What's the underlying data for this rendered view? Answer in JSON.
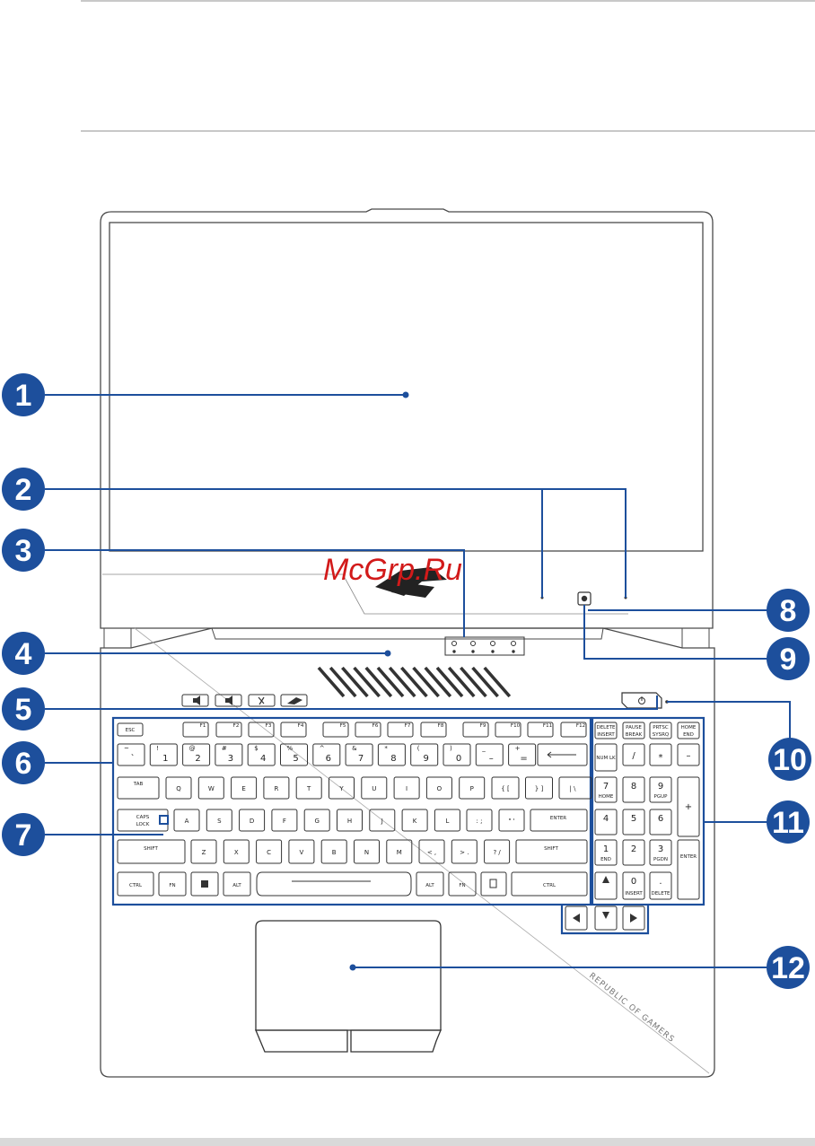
{
  "watermark": "McGrp.Ru",
  "callouts": [
    "1",
    "2",
    "3",
    "4",
    "5",
    "6",
    "7",
    "8",
    "9",
    "10",
    "11",
    "12"
  ],
  "colors": {
    "callout": "#1d4f9c",
    "line": "#1d4f9c",
    "outline": "#4a4a4a"
  },
  "laptop": {
    "deck_text": "REPUBLIC OF GAMERS"
  },
  "keyboard": {
    "esc": "ESC",
    "fkeys": [
      "F1",
      "F2",
      "F3",
      "F4",
      "F5",
      "F6",
      "F7",
      "F8",
      "F9",
      "F10",
      "F11",
      "F12"
    ],
    "num_top": [
      "~",
      "!",
      "@",
      "#",
      "$",
      "%",
      "^",
      "&",
      "*",
      "(",
      ")",
      "_",
      "+"
    ],
    "num_bottom": [
      "`",
      "1",
      "2",
      "3",
      "4",
      "5",
      "6",
      "7",
      "8",
      "9",
      "0",
      "–",
      "="
    ],
    "tab": "TAB",
    "row_q": [
      "Q",
      "W",
      "E",
      "R",
      "T",
      "Y",
      "U",
      "I",
      "O",
      "P"
    ],
    "bracket_keys": [
      "{ [",
      "} ]",
      "| \\"
    ],
    "caps": [
      "CAPS",
      "LOCK"
    ],
    "row_a": [
      "A",
      "S",
      "D",
      "F",
      "G",
      "H",
      "J",
      "K",
      "L"
    ],
    "semicolon": ": ;",
    "quote": "\" '",
    "enter": "ENTER",
    "shift": "SHIFT",
    "row_z": [
      "Z",
      "X",
      "C",
      "V",
      "B",
      "N",
      "M"
    ],
    "punct_keys": [
      "< ,",
      "> .",
      "? /"
    ],
    "ctrl": "CTRL",
    "fn": "FN",
    "alt": "ALT",
    "nav_keys": [
      "DELETE",
      "INSERT",
      "PAUSE",
      "BREAK",
      "PRTSC",
      "SYSRQ",
      "HOME",
      "END"
    ],
    "numpad": {
      "numlk": "NUM LK",
      "ops": [
        "/",
        "*",
        "–",
        "+"
      ],
      "digits": [
        "7",
        "8",
        "9",
        "4",
        "5",
        "6",
        "1",
        "2",
        "3",
        "0",
        "."
      ],
      "subs": [
        "HOME",
        "",
        "PGUP",
        "",
        "",
        "",
        "END",
        "",
        "PGDN",
        "INSERT",
        "DELETE"
      ],
      "enter": "ENTER"
    }
  }
}
